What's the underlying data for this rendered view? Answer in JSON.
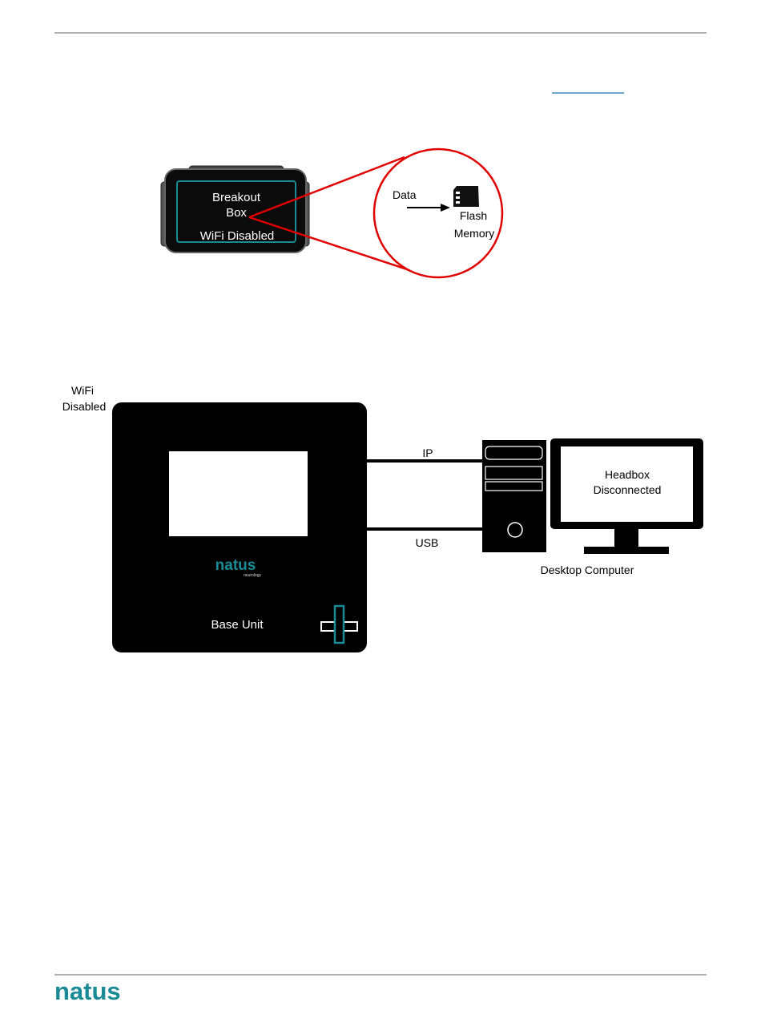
{
  "breakout_diagram": {
    "device_label_line1": "Breakout",
    "device_label_line2": "Box",
    "wifi_status": "WiFi Disabled",
    "data_label": "Data",
    "storage_label_line1": "Flash",
    "storage_label_line2": "Memory"
  },
  "base_diagram": {
    "wifi_label_line1": "WiFi",
    "wifi_label_line2": "Disabled",
    "brand_name": "natus",
    "brand_sub": "neurology",
    "base_unit_label": "Base Unit",
    "ip_label": "IP",
    "usb_label": "USB",
    "monitor_line1": "Headbox",
    "monitor_line2": "Disconnected",
    "computer_label": "Desktop Computer"
  },
  "footer": {
    "logo_text": "natus"
  },
  "colors": {
    "accent_teal": "#1a8a96",
    "callout_red": "#e00000",
    "link_blue": "#1a6fb0"
  }
}
